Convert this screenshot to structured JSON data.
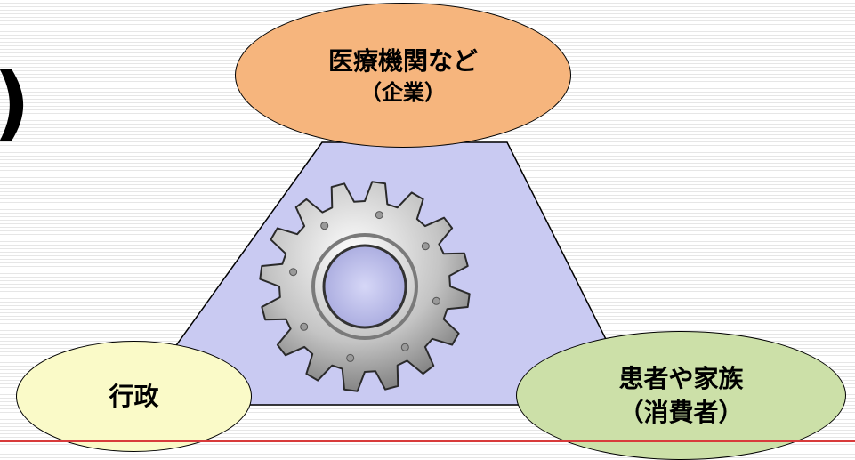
{
  "left_bracket": ")",
  "nodes": {
    "medical": {
      "line1": "医療機関など",
      "line2": "（企業）",
      "fill": "#f6b57d"
    },
    "admin": {
      "line1": "行政",
      "fill": "#fafac8"
    },
    "patient": {
      "line1": "患者や家族",
      "line2": "（消費者）",
      "fill": "#cce0a8"
    }
  },
  "triangle_fill": "#c9caf2",
  "gear_icon": "gear-icon",
  "accent_rule_color": "#d83b3b"
}
